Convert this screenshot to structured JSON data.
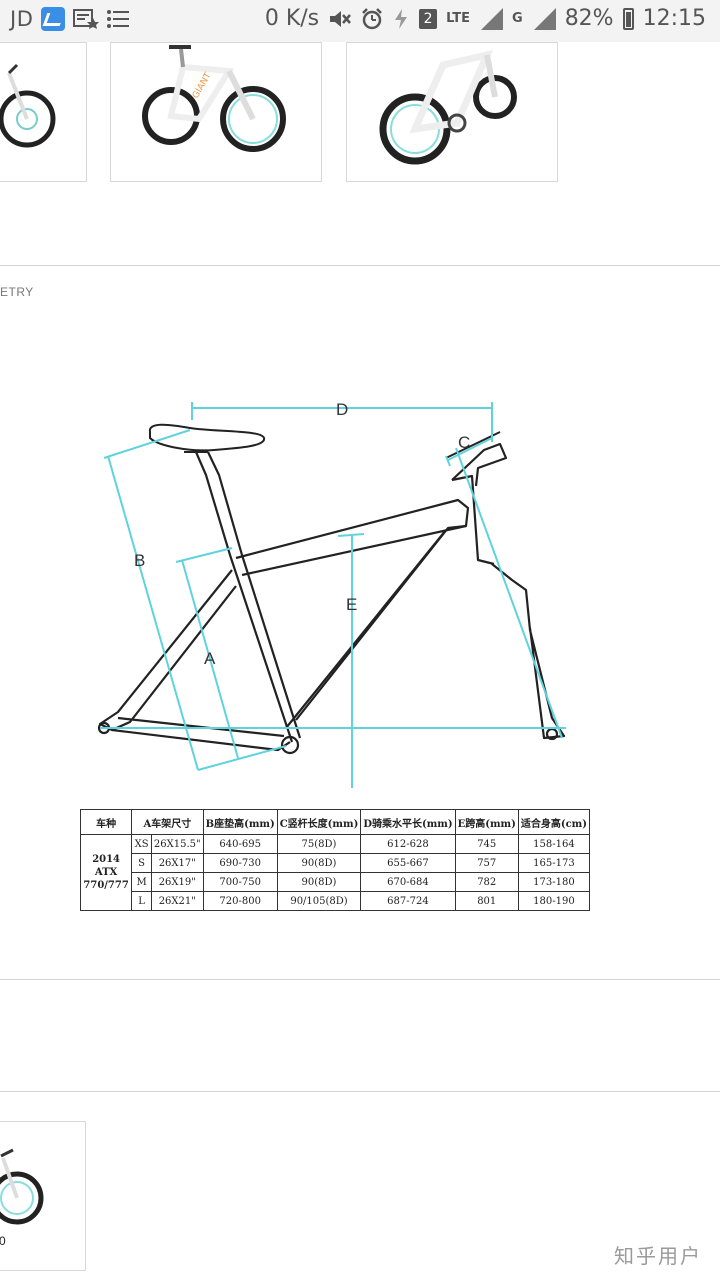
{
  "status_bar": {
    "left_text": "JD",
    "net_speed": "0 K/s",
    "sim_badge": "2",
    "lte_label": "LTE",
    "g_label": "G",
    "battery": "82%",
    "time": "12:15"
  },
  "section": {
    "label_partial": "ETRY"
  },
  "diagram": {
    "labels": {
      "a": "A",
      "b": "B",
      "c": "C",
      "d": "D",
      "e": "E"
    },
    "line_color": "#5fd3dc"
  },
  "table": {
    "headers": [
      "车种",
      "A车架尺寸",
      "B座垫高(mm)",
      "C竖杆长度(mm)",
      "D骑乘水平长(mm)",
      "E跨高(mm)",
      "适合身高(cm)"
    ],
    "model": "2014 ATX 770/777",
    "rows": [
      {
        "size_code": "XS",
        "frame": "26X15.5\"",
        "b": "640-695",
        "c": "75(8D)",
        "d": "612-628",
        "e": "745",
        "height": "158-164"
      },
      {
        "size_code": "S",
        "frame": "26X17\"",
        "b": "690-730",
        "c": "90(8D)",
        "d": "655-667",
        "e": "757",
        "height": "165-173"
      },
      {
        "size_code": "M",
        "frame": "26X19\"",
        "b": "700-750",
        "c": "90(8D)",
        "d": "670-684",
        "e": "782",
        "height": "173-180"
      },
      {
        "size_code": "L",
        "frame": "26X21\"",
        "b": "720-800",
        "c": "90/105(8D)",
        "d": "687-724",
        "e": "801",
        "height": "180-190"
      }
    ]
  },
  "bottom": {
    "caption_partial": "0"
  },
  "watermark": "知乎用户"
}
